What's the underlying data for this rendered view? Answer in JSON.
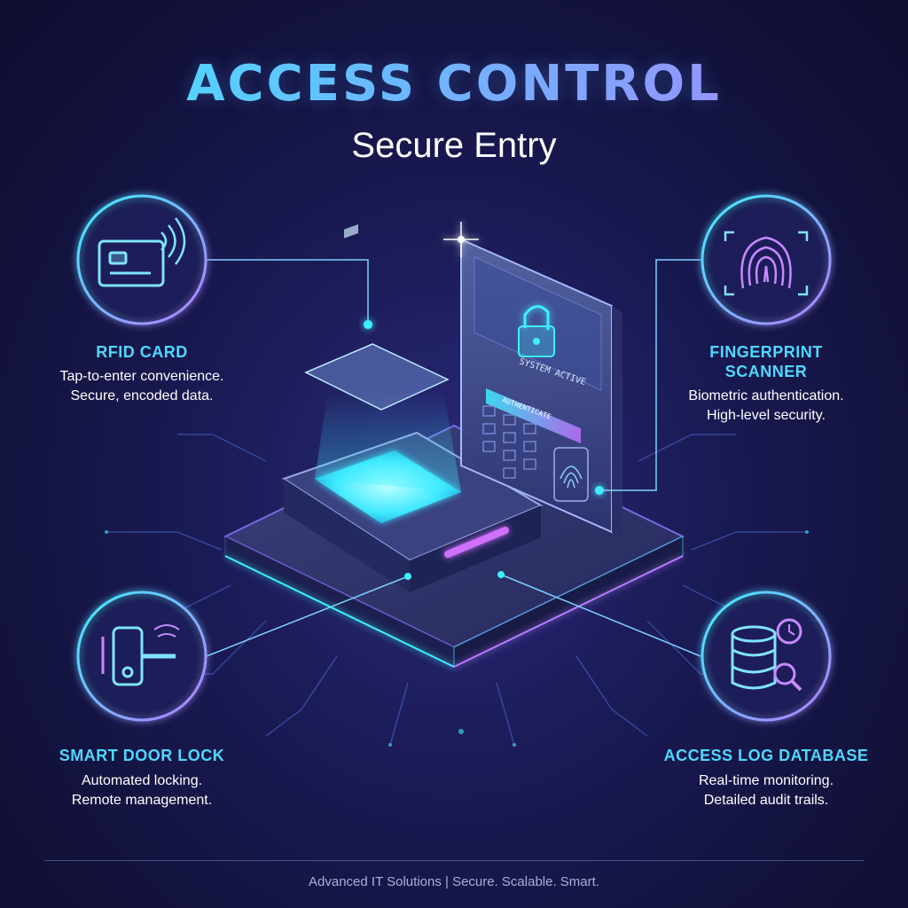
{
  "header": {
    "title": "ACCESS CONTROL",
    "subtitle": "Secure Entry"
  },
  "device": {
    "status_text": "SYSTEM ACTIVE",
    "button_label": "AUTHENTICATE"
  },
  "features": {
    "rfid": {
      "title": "RFID CARD",
      "line1": "Tap-to-enter convenience.",
      "line2": "Secure, encoded data."
    },
    "fingerprint": {
      "title_line1": "FINGERPRINT",
      "title_line2": "SCANNER",
      "line1": "Biometric authentication.",
      "line2": "High-level security."
    },
    "door_lock": {
      "title": "SMART DOOR LOCK",
      "line1": "Automated locking.",
      "line2": "Remote management."
    },
    "log_db": {
      "title": "ACCESS LOG DATABASE",
      "line1": "Real-time monitoring.",
      "line2": "Detailed audit trails."
    }
  },
  "footer": {
    "text": "Advanced IT Solutions | Secure. Scalable. Smart."
  },
  "colors": {
    "cyan": "#3ef0ff",
    "purple": "#b57cff",
    "background": "#1a1a55"
  }
}
